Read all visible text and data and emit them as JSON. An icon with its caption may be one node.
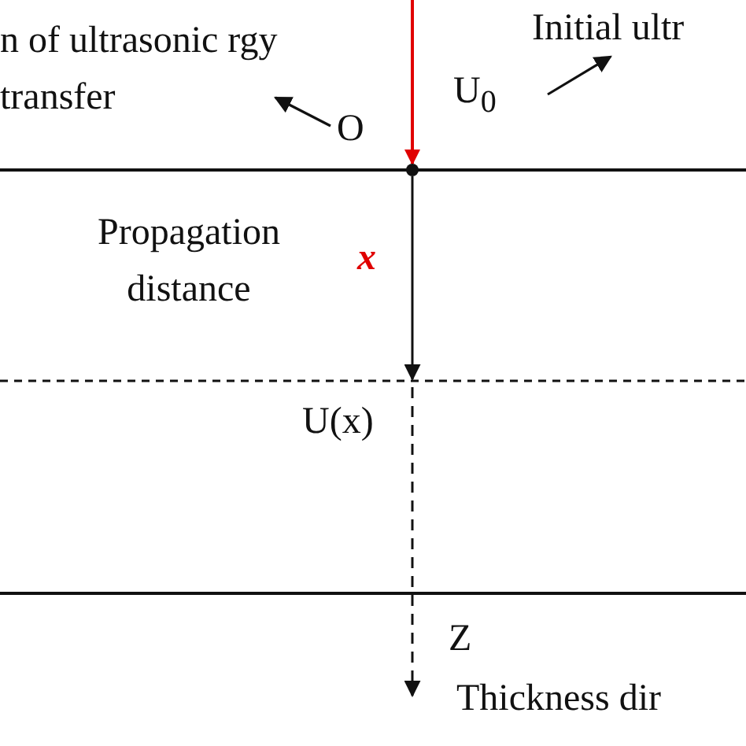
{
  "diagram": {
    "nodes": [
      {
        "text": [
          "n of ultrasonic rgy transfer"
        ]
      },
      {
        "text": [
          "O"
        ]
      },
      {
        "text": [
          "U$_{0}$"
        ]
      },
      {
        "text": [
          "Initial ultr"
        ]
      }
    ],
    "edges": [
      {
        "from": 1,
        "to": 0,
        "arrow": "to"
      },
      {
        "from": 2,
        "to": 3,
        "arrow": "to"
      }
    ],
    "labels": [
      "Propagation distance",
      "x",
      "U(x)",
      "Z",
      "Thickness dir"
    ]
  }
}
